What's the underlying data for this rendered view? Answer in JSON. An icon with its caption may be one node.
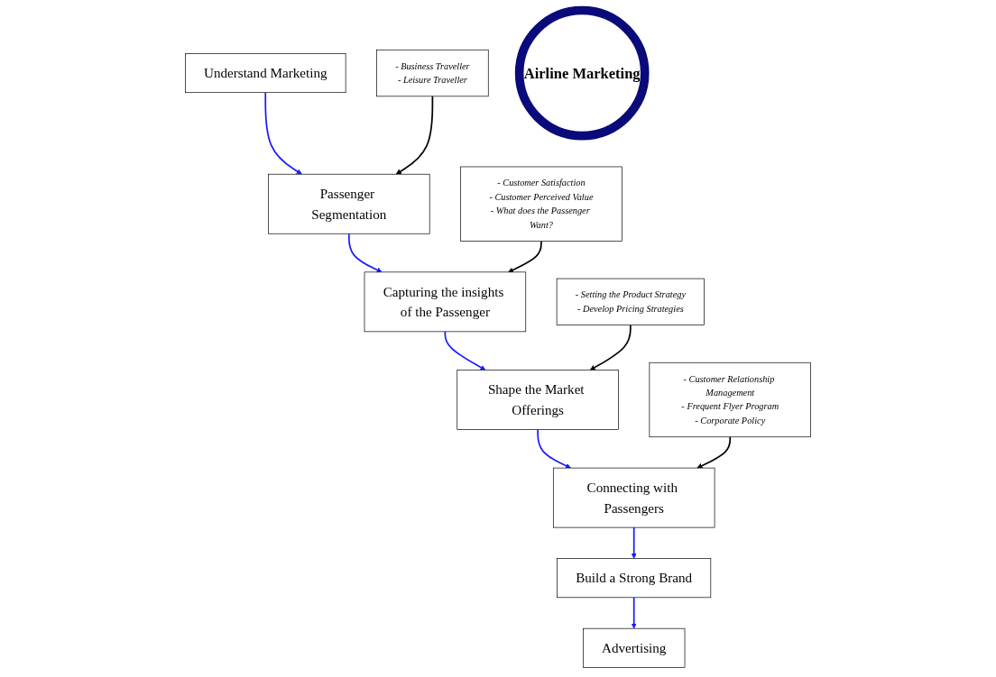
{
  "diagram": {
    "nodes": [
      {
        "text": [
          "Understand Marketing"
        ]
      },
      {
        "text": [
          "Passenger Segmentation"
        ]
      },
      {
        "text": [
          "- Business Traveller",
          "- Leisure Traveller"
        ]
      },
      {
        "text": [
          "Advertising"
        ]
      },
      {
        "text": [
          "- Customer Satisfaction",
          "- Customer Perceived Value",
          "- What does the Passenger Want?"
        ]
      },
      {
        "text": [
          "Airline Marketing"
        ]
      },
      {
        "text": [
          "Capturing the insights of the Passenger"
        ]
      },
      {
        "text": [
          "Build a Strong Brand"
        ]
      },
      {
        "text": [
          "Connecting with Passengers"
        ]
      },
      {
        "text": [
          "Shape the Market Offerings"
        ]
      },
      {
        "text": [
          "- Customer Relationship Management",
          "- Frequent Flyer Program",
          "- Corporate Policy"
        ]
      },
      {
        "text": [
          "- Setting the Product Strategy",
          "- Develop Pricing Strategies"
        ]
      }
    ],
    "edges": [
      {
        "from": 0,
        "to": 1,
        "arrow": "to"
      },
      {
        "from": 2,
        "to": 1,
        "arrow": "to",
        "color": "#000000"
      },
      {
        "from": 1,
        "to": 6,
        "arrow": "to"
      },
      {
        "from": 4,
        "to": 6,
        "arrow": "to",
        "color": "#000000"
      },
      {
        "from": 6,
        "to": 9,
        "arrow": "to"
      },
      {
        "from": 11,
        "to": 9,
        "arrow": "to",
        "color": "#000000"
      },
      {
        "from": 9,
        "to": 8,
        "arrow": "to"
      },
      {
        "from": 10,
        "to": 8,
        "arrow": "to",
        "color": "#000000"
      },
      {
        "from": 8,
        "to": 7,
        "arrow": "to"
      },
      {
        "from": 7,
        "to": 3,
        "arrow": "to"
      }
    ]
  }
}
